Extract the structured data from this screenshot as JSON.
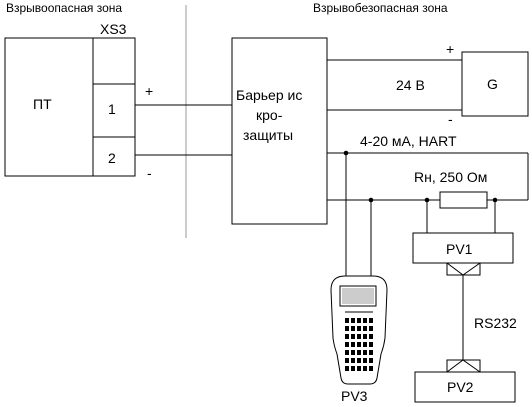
{
  "zones": {
    "hazardous": "Взрывоопасная зона",
    "safe": "Взрывобезопасная зона"
  },
  "pt": {
    "label": "ПТ"
  },
  "connector": {
    "name": "XS3",
    "pin1": "1",
    "pin2": "2",
    "plus": "+",
    "minus": "-"
  },
  "barrier": {
    "line1": "Барьер ис",
    "line2": "кро-",
    "line3": "защиты"
  },
  "supply": {
    "voltage": "24 В",
    "label": "G",
    "plus": "+",
    "minus": "-"
  },
  "loop": {
    "signal": "4-20 мА, HART",
    "resistor": "Rн, 250 Ом"
  },
  "pv1": {
    "label": "PV1"
  },
  "pv2": {
    "label": "PV2"
  },
  "pv3": {
    "label": "PV3"
  },
  "link": {
    "label": "RS232"
  }
}
